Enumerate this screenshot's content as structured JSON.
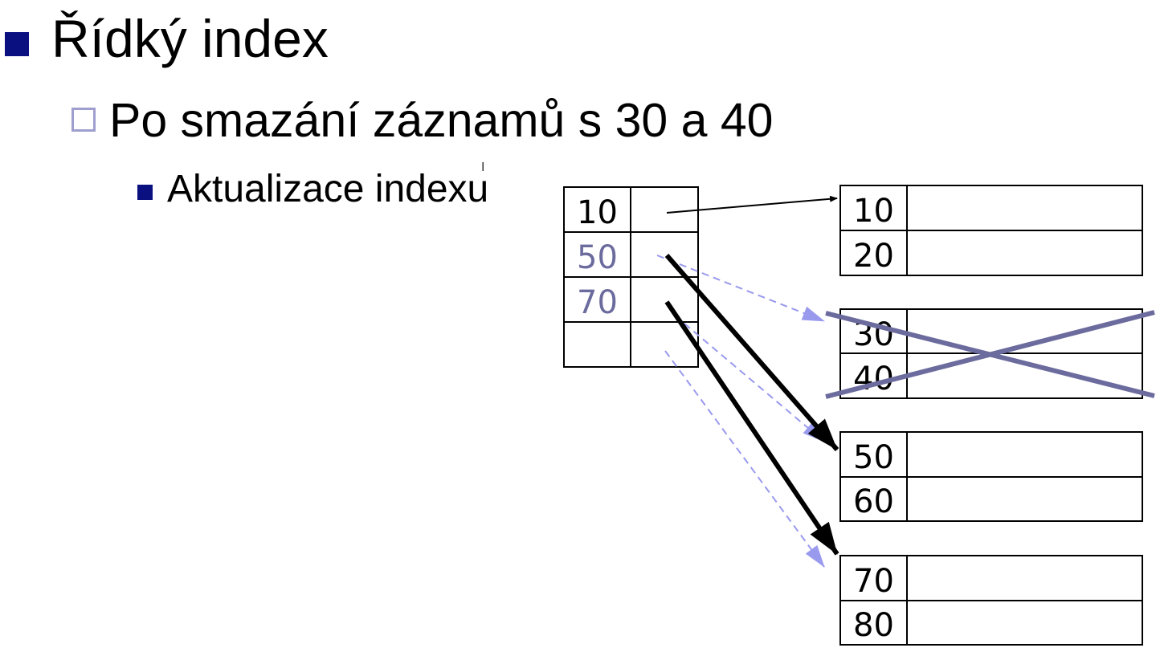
{
  "slide": {
    "title": "Řídký index",
    "subtitle": "Po smazání záznamů s 30 a 40",
    "subsubtitle": "Aktualizace indexu",
    "cursor_glyph": "I"
  },
  "colors": {
    "bullet": "#0a1080",
    "hollow_bullet": "#9f9fcf",
    "old_key": "#6b6b9e",
    "cross": "#6b6b9e",
    "dashed_pointer": "#9999ee"
  },
  "diagram": {
    "index_keys": [
      "10",
      "50",
      "70",
      ""
    ],
    "blocks": [
      {
        "keys": [
          "10",
          "20"
        ],
        "deleted": false
      },
      {
        "keys": [
          "30",
          "40"
        ],
        "deleted": true
      },
      {
        "keys": [
          "50",
          "60"
        ],
        "deleted": false
      },
      {
        "keys": [
          "70",
          "80"
        ],
        "deleted": false
      }
    ]
  }
}
